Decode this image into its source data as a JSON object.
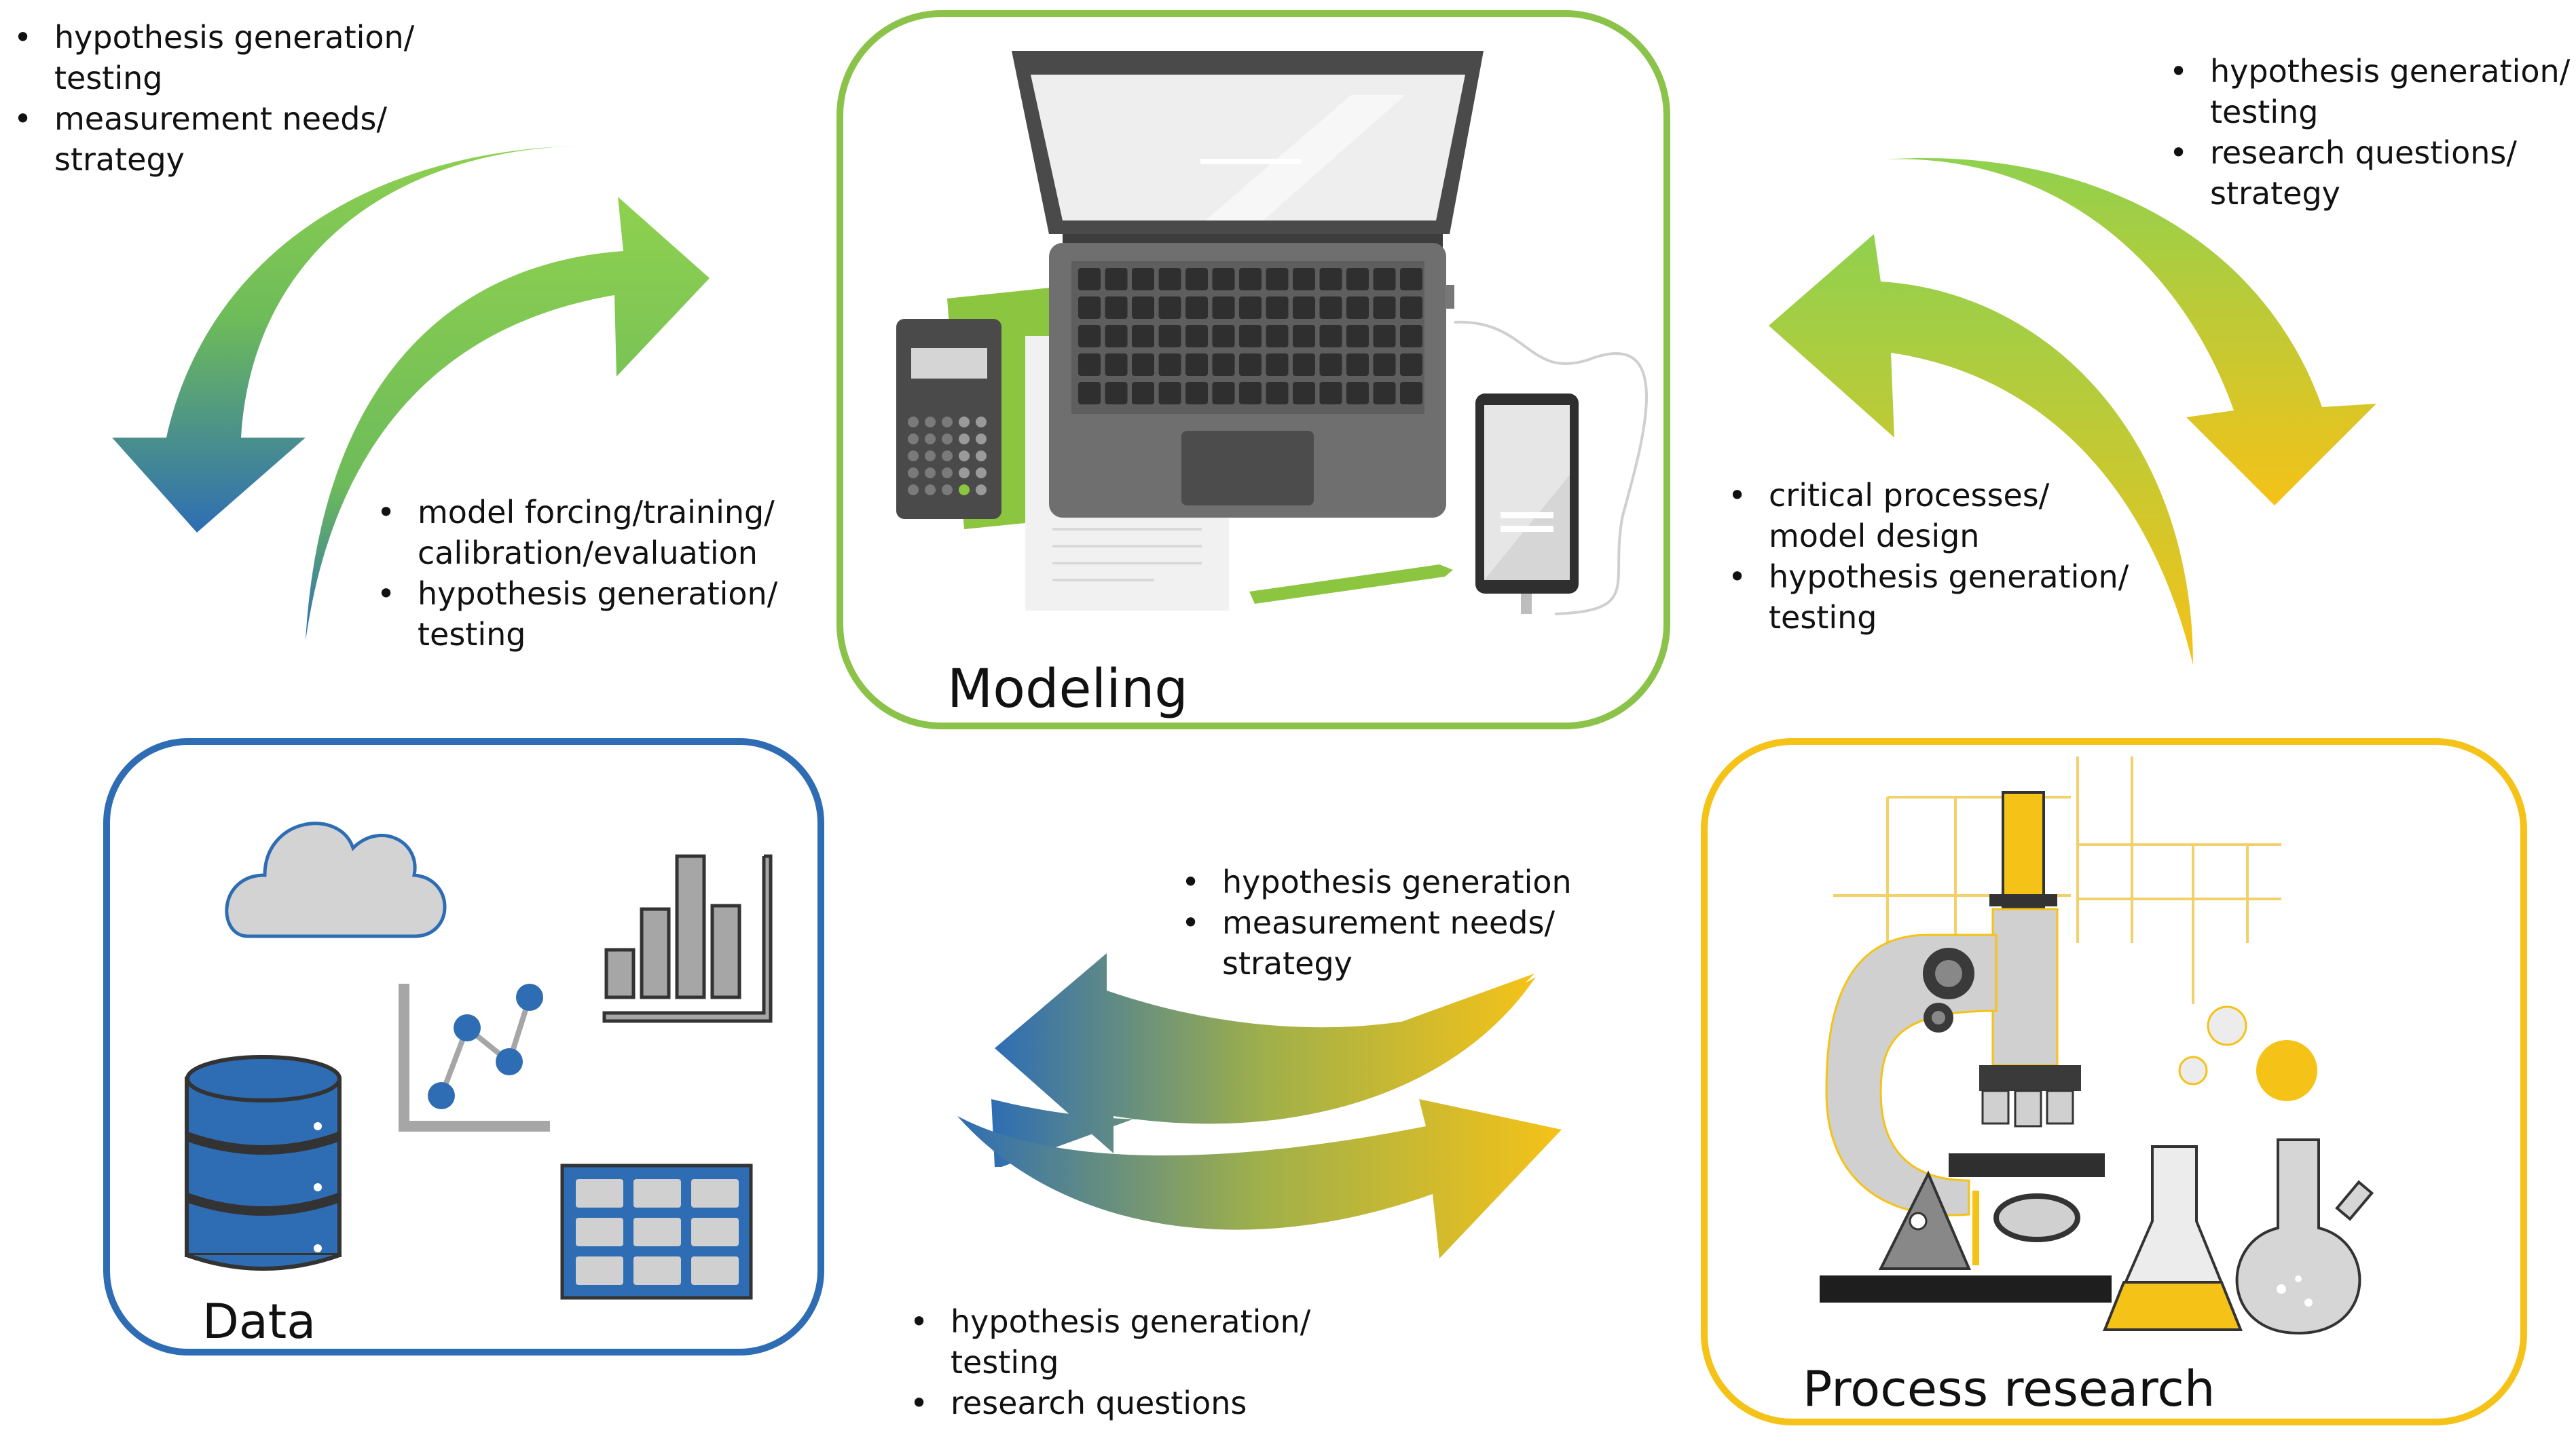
{
  "boxes": {
    "modeling": {
      "label": "Modeling",
      "color": "#8BC34A"
    },
    "data": {
      "label": "Data",
      "color": "#2E6DB4"
    },
    "process": {
      "label": "Process research",
      "color": "#F5C218"
    }
  },
  "notes": {
    "top_left": [
      "hypothesis generation/\ntesting",
      "measurement needs/\nstrategy"
    ],
    "left_mid": [
      "model forcing/training/\ncalibration/evaluation",
      "hypothesis generation/\ntesting"
    ],
    "top_right": [
      "hypothesis generation/\ntesting",
      "research questions/\nstrategy"
    ],
    "right_mid": [
      "critical processes/\nmodel design",
      "hypothesis generation/\ntesting"
    ],
    "bottom_top": [
      "hypothesis generation",
      "measurement needs/\nstrategy"
    ],
    "bottom_bottom": [
      "hypothesis generation/\ntesting",
      "research questions"
    ]
  },
  "icons": [
    "laptop-icon",
    "calculator-icon",
    "smartphone-icon",
    "pen-icon",
    "cloud-icon",
    "bar-chart-icon",
    "line-chart-icon",
    "database-icon",
    "table-icon",
    "microscope-icon",
    "flask-icon"
  ]
}
